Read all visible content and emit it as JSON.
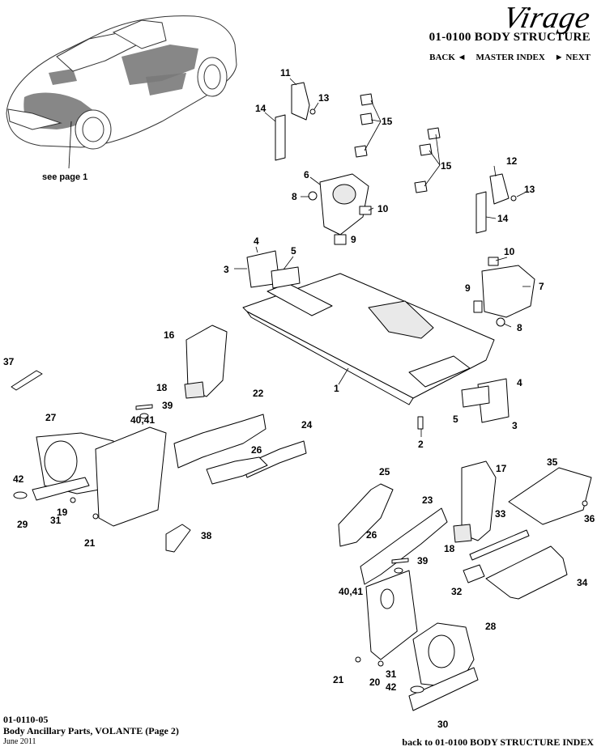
{
  "header": {
    "brand": "Virage",
    "title": "01-0100 BODY STRUCTURE",
    "nav": {
      "back": "BACK ◄",
      "master": "MASTER INDEX",
      "next": "► NEXT"
    }
  },
  "overview": {
    "see_page": "see page 1"
  },
  "callouts": [
    "1",
    "2",
    "3",
    "3",
    "4",
    "4",
    "5",
    "5",
    "6",
    "7",
    "8",
    "8",
    "9",
    "9",
    "10",
    "10",
    "11",
    "12",
    "13",
    "13",
    "14",
    "14",
    "15",
    "15",
    "16",
    "17",
    "18",
    "18",
    "19",
    "20",
    "21",
    "21",
    "22",
    "23",
    "24",
    "25",
    "26",
    "26",
    "27",
    "28",
    "29",
    "30",
    "31",
    "31",
    "32",
    "33",
    "34",
    "35",
    "36",
    "37",
    "38",
    "39",
    "39",
    "40,41",
    "40,41",
    "42",
    "42"
  ],
  "footer": {
    "code": "01-0110-05",
    "description": "Body Ancillary Parts, VOLANTE (Page 2)",
    "date": "June 2011",
    "back_link": "back to 01-0100 BODY STRUCTURE INDEX"
  }
}
